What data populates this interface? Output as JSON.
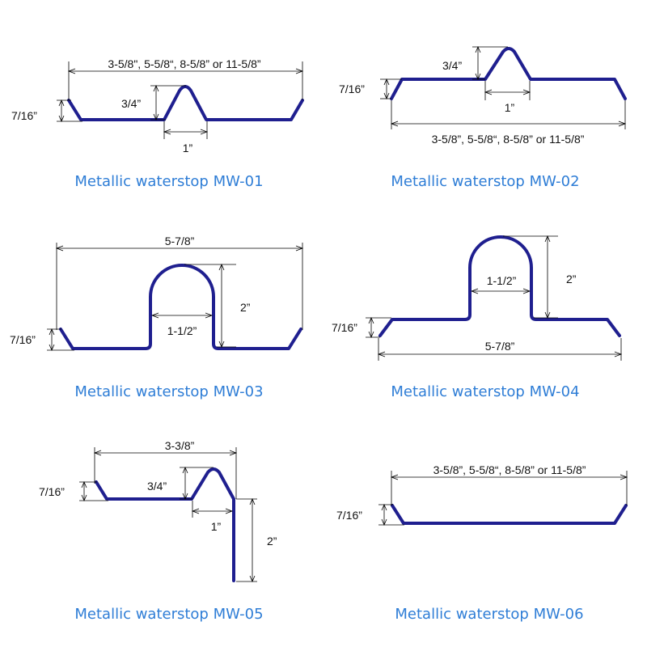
{
  "colors": {
    "profile": "#1f1f8f",
    "caption": "#2e7dd6",
    "dimension": "#000000"
  },
  "panels": [
    {
      "caption": "Metallic waterstop MW-01",
      "width": "3-5/8\", 5-5/8“, 8-5/8” or 11-5/8”",
      "edge": "7/16”",
      "rib_height": "3/4”",
      "rib_base": "1”"
    },
    {
      "caption": "Metallic waterstop MW-02",
      "width": "3-5/8”, 5-5/8“, 8-5/8” or 11-5/8”",
      "edge": "7/16”",
      "rib_height": "3/4”",
      "rib_base": "1”"
    },
    {
      "caption": "Metallic waterstop MW-03",
      "width": "5-7/8”",
      "edge": "7/16”",
      "bulb_height": "2”",
      "bulb_width": "1-1/2”"
    },
    {
      "caption": "Metallic waterstop MW-04",
      "width": "5-7/8”",
      "edge": "7/16”",
      "bulb_height": "2”",
      "bulb_width": "1-1/2”"
    },
    {
      "caption": "Metallic waterstop MW-05",
      "width": "3-3/8”",
      "edge": "7/16”",
      "rib_height": "3/4”",
      "rib_base": "1”",
      "leg_height": "2”"
    },
    {
      "caption": "Metallic waterstop MW-06",
      "width": "3-5/8”, 5-5/8“, 8-5/8” or 11-5/8”",
      "edge": "7/16”"
    }
  ]
}
